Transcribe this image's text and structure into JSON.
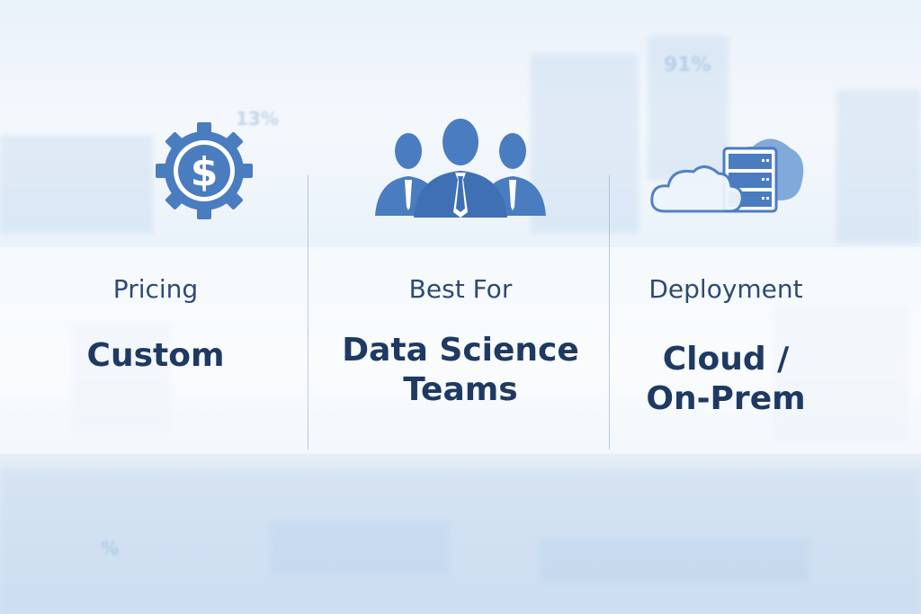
{
  "background_text": [
    "91%",
    "13%",
    "%"
  ],
  "columns": [
    {
      "icon": "dollar-gear-icon",
      "label": "Pricing",
      "value_lines": [
        "Custom"
      ]
    },
    {
      "icon": "business-team-icon",
      "label": "Best For",
      "value_lines": [
        "Data Science",
        "Teams"
      ]
    },
    {
      "icon": "cloud-server-icon",
      "label": "Deployment",
      "value_lines": [
        "Cloud /",
        "On-Prem"
      ]
    }
  ],
  "colors": {
    "icon": "#4a7cc0",
    "text": "#1e3a62",
    "label": "#2d4a74"
  }
}
